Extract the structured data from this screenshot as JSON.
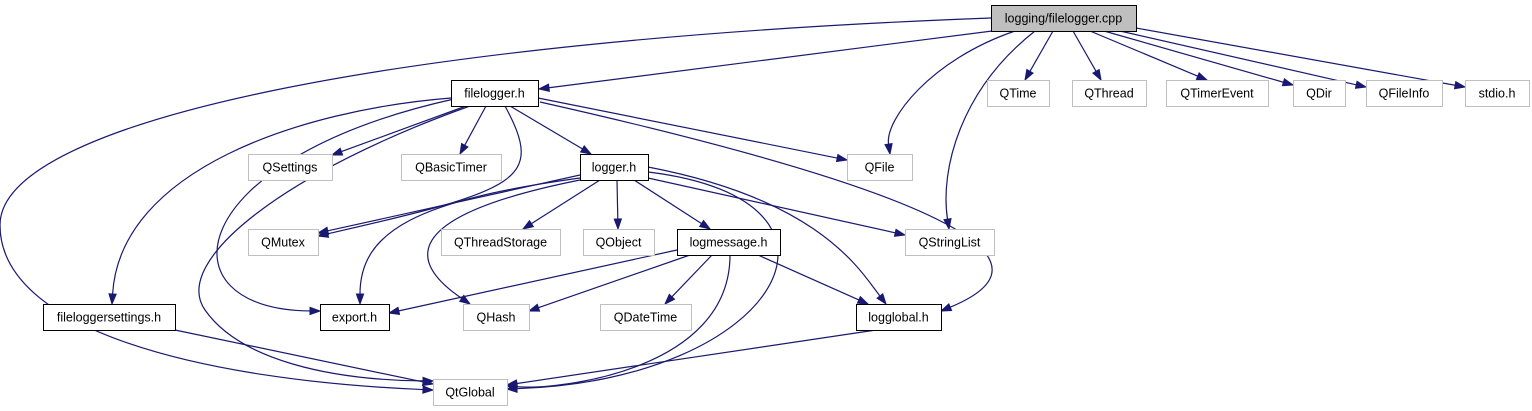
{
  "diagram": {
    "colors": {
      "edge": "#191970",
      "root_fill": "#bfbfbf",
      "documented_border": "#000000",
      "external_border": "#bfbfbf",
      "text": "#000000"
    },
    "nodes": [
      {
        "id": "root",
        "label": "logging/filelogger.cpp",
        "kind": "root"
      },
      {
        "id": "filelogger_h",
        "label": "filelogger.h",
        "kind": "documented"
      },
      {
        "id": "qtime",
        "label": "QTime",
        "kind": "external"
      },
      {
        "id": "qthread",
        "label": "QThread",
        "kind": "external"
      },
      {
        "id": "qtimerevent",
        "label": "QTimerEvent",
        "kind": "external"
      },
      {
        "id": "qdir",
        "label": "QDir",
        "kind": "external"
      },
      {
        "id": "qfileinfo",
        "label": "QFileInfo",
        "kind": "external"
      },
      {
        "id": "stdio_h",
        "label": "stdio.h",
        "kind": "external"
      },
      {
        "id": "qsettings",
        "label": "QSettings",
        "kind": "external"
      },
      {
        "id": "qbasictimer",
        "label": "QBasicTimer",
        "kind": "external"
      },
      {
        "id": "logger_h",
        "label": "logger.h",
        "kind": "documented"
      },
      {
        "id": "qfile",
        "label": "QFile",
        "kind": "external"
      },
      {
        "id": "qmutex",
        "label": "QMutex",
        "kind": "external"
      },
      {
        "id": "qthreadstorage",
        "label": "QThreadStorage",
        "kind": "external"
      },
      {
        "id": "qobject",
        "label": "QObject",
        "kind": "external"
      },
      {
        "id": "logmessage_h",
        "label": "logmessage.h",
        "kind": "documented"
      },
      {
        "id": "qstringlist",
        "label": "QStringList",
        "kind": "external"
      },
      {
        "id": "fileloggersettings_h",
        "label": "fileloggersettings.h",
        "kind": "documented"
      },
      {
        "id": "export_h",
        "label": "export.h",
        "kind": "documented"
      },
      {
        "id": "qhash",
        "label": "QHash",
        "kind": "external"
      },
      {
        "id": "qdatetime",
        "label": "QDateTime",
        "kind": "external"
      },
      {
        "id": "logglobal_h",
        "label": "logglobal.h",
        "kind": "documented"
      },
      {
        "id": "qtglobal",
        "label": "QtGlobal",
        "kind": "external"
      }
    ],
    "edges": [
      {
        "from": "root",
        "to": "filelogger_h"
      },
      {
        "from": "root",
        "to": "qtglobal"
      },
      {
        "from": "root",
        "to": "qfile"
      },
      {
        "from": "root",
        "to": "qstringlist"
      },
      {
        "from": "root",
        "to": "qtime"
      },
      {
        "from": "root",
        "to": "qthread"
      },
      {
        "from": "root",
        "to": "qtimerevent"
      },
      {
        "from": "root",
        "to": "qdir"
      },
      {
        "from": "root",
        "to": "qfileinfo"
      },
      {
        "from": "root",
        "to": "stdio_h"
      },
      {
        "from": "filelogger_h",
        "to": "fileloggersettings_h"
      },
      {
        "from": "filelogger_h",
        "to": "qtglobal"
      },
      {
        "from": "filelogger_h",
        "to": "export_h"
      },
      {
        "from": "filelogger_h",
        "to": "qmutex"
      },
      {
        "from": "filelogger_h",
        "to": "qsettings"
      },
      {
        "from": "filelogger_h",
        "to": "qbasictimer"
      },
      {
        "from": "filelogger_h",
        "to": "logger_h"
      },
      {
        "from": "filelogger_h",
        "to": "qfile"
      },
      {
        "from": "filelogger_h",
        "to": "logglobal_h"
      },
      {
        "from": "logger_h",
        "to": "qmutex"
      },
      {
        "from": "logger_h",
        "to": "export_h"
      },
      {
        "from": "logger_h",
        "to": "qhash"
      },
      {
        "from": "logger_h",
        "to": "qthreadstorage"
      },
      {
        "from": "logger_h",
        "to": "qobject"
      },
      {
        "from": "logger_h",
        "to": "logmessage_h"
      },
      {
        "from": "logger_h",
        "to": "qstringlist"
      },
      {
        "from": "logger_h",
        "to": "qtglobal"
      },
      {
        "from": "logger_h",
        "to": "logglobal_h"
      },
      {
        "from": "logmessage_h",
        "to": "export_h"
      },
      {
        "from": "logmessage_h",
        "to": "qhash"
      },
      {
        "from": "logmessage_h",
        "to": "qdatetime"
      },
      {
        "from": "logmessage_h",
        "to": "qtglobal"
      },
      {
        "from": "logmessage_h",
        "to": "logglobal_h"
      },
      {
        "from": "fileloggersettings_h",
        "to": "qtglobal"
      },
      {
        "from": "logglobal_h",
        "to": "qtglobal"
      }
    ]
  }
}
